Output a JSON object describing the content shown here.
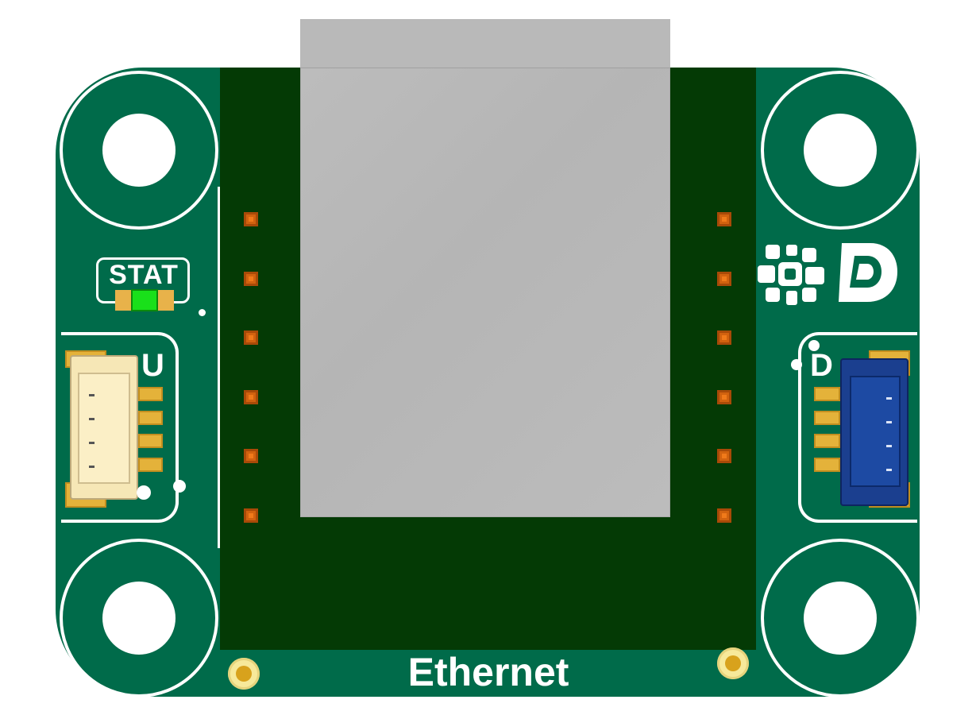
{
  "board": {
    "stat_label": "STAT",
    "title": "Ethernet",
    "left_port_label": "U",
    "right_port_label": "D"
  },
  "colors": {
    "pcb": "#006b4a",
    "module": "#043a05",
    "jack": "#b9b9b9",
    "silkscreen": "#ffffff",
    "pad": "#d1620f",
    "gold": "#e4b23a",
    "led": "#19e01a",
    "left_connector": "#f6e7b6",
    "right_connector": "#1b3f8f"
  },
  "icons": {
    "logo_left": "circuit-logo-icon",
    "logo_right": "d-logo-icon"
  }
}
